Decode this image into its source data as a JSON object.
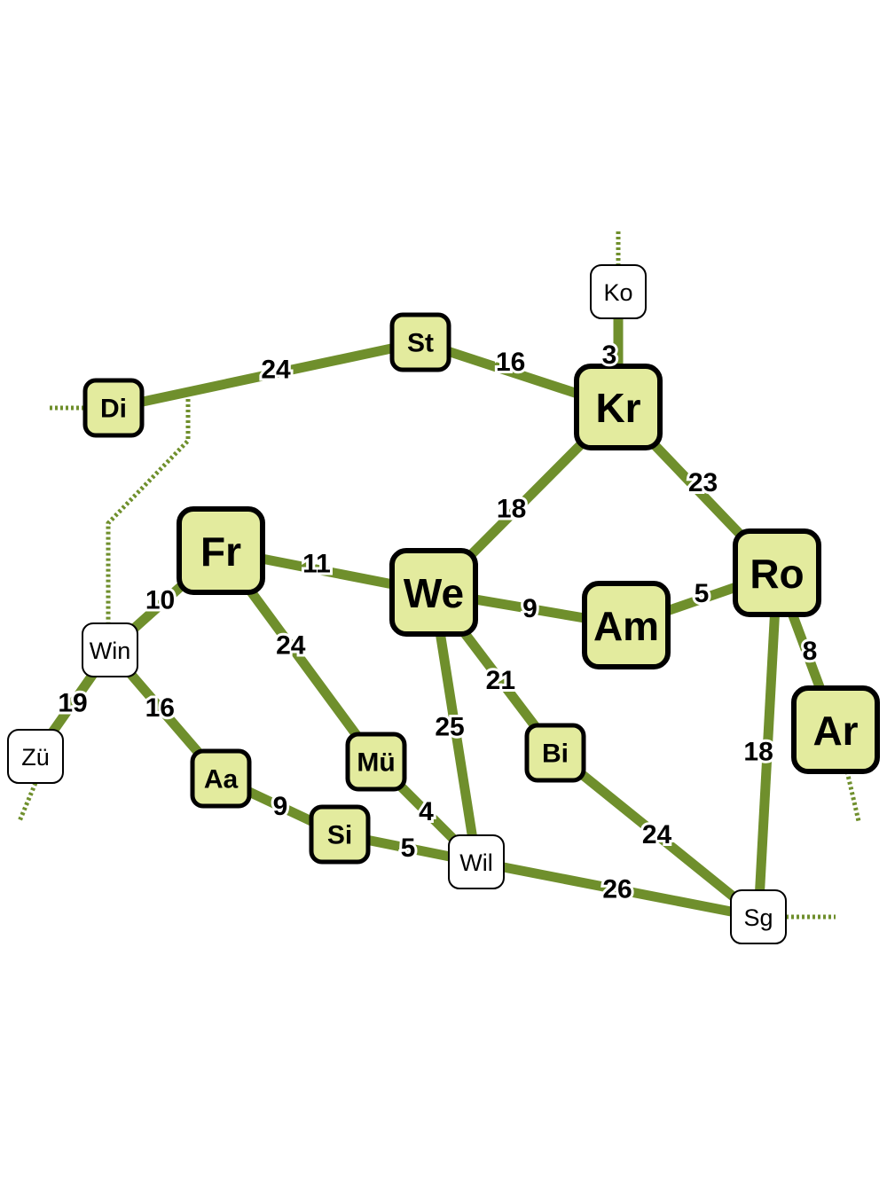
{
  "colors": {
    "edge": "#6f8f2c",
    "major_fill": "#e3eb9e",
    "minor_fill": "#ffffff",
    "border": "#000000"
  },
  "nodes": [
    {
      "id": "ko",
      "label": "Ko",
      "kind": "minor"
    },
    {
      "id": "st",
      "label": "St",
      "kind": "major"
    },
    {
      "id": "kr",
      "label": "Kr",
      "kind": "major"
    },
    {
      "id": "di",
      "label": "Di",
      "kind": "major"
    },
    {
      "id": "fr",
      "label": "Fr",
      "kind": "major"
    },
    {
      "id": "we",
      "label": "We",
      "kind": "major"
    },
    {
      "id": "am",
      "label": "Am",
      "kind": "major"
    },
    {
      "id": "ro",
      "label": "Ro",
      "kind": "major"
    },
    {
      "id": "ar",
      "label": "Ar",
      "kind": "major"
    },
    {
      "id": "win",
      "label": "Win",
      "kind": "minor"
    },
    {
      "id": "zu",
      "label": "Zü",
      "kind": "minor"
    },
    {
      "id": "aa",
      "label": "Aa",
      "kind": "major"
    },
    {
      "id": "mu",
      "label": "Mü",
      "kind": "major"
    },
    {
      "id": "bi",
      "label": "Bi",
      "kind": "major"
    },
    {
      "id": "si",
      "label": "Si",
      "kind": "major"
    },
    {
      "id": "wil",
      "label": "Wil",
      "kind": "minor"
    },
    {
      "id": "sg",
      "label": "Sg",
      "kind": "minor"
    }
  ],
  "edges": [
    {
      "from": "di",
      "to": "st",
      "weight": "24"
    },
    {
      "from": "st",
      "to": "kr",
      "weight": "16"
    },
    {
      "from": "ko",
      "to": "kr",
      "weight": "3"
    },
    {
      "from": "kr",
      "to": "we",
      "weight": "18"
    },
    {
      "from": "kr",
      "to": "ro",
      "weight": "23"
    },
    {
      "from": "fr",
      "to": "we",
      "weight": "11"
    },
    {
      "from": "we",
      "to": "am",
      "weight": "9"
    },
    {
      "from": "am",
      "to": "ro",
      "weight": "5"
    },
    {
      "from": "ro",
      "to": "ar",
      "weight": "8"
    },
    {
      "from": "win",
      "to": "fr",
      "weight": "10"
    },
    {
      "from": "fr",
      "to": "mu",
      "weight": "24"
    },
    {
      "from": "we",
      "to": "bi",
      "weight": "21"
    },
    {
      "from": "we",
      "to": "wil",
      "weight": "25"
    },
    {
      "from": "ro",
      "to": "sg",
      "weight": "18"
    },
    {
      "from": "win",
      "to": "zu",
      "weight": "19"
    },
    {
      "from": "win",
      "to": "aa",
      "weight": "16"
    },
    {
      "from": "aa",
      "to": "si",
      "weight": "9"
    },
    {
      "from": "mu",
      "to": "wil",
      "weight": "4"
    },
    {
      "from": "si",
      "to": "wil",
      "weight": "5"
    },
    {
      "from": "wil",
      "to": "sg",
      "weight": "26"
    },
    {
      "from": "bi",
      "to": "sg",
      "weight": "24"
    }
  ]
}
